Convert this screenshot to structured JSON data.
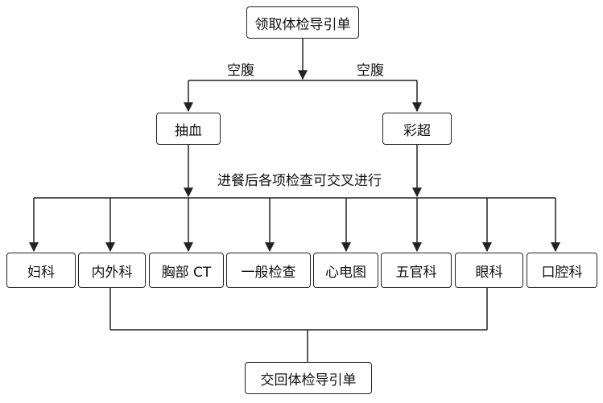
{
  "flowchart": {
    "start": "领取体检导引单",
    "branch_left_label": "空腹",
    "branch_right_label": "空腹",
    "step_left": "抽血",
    "step_right": "彩超",
    "note": "进餐后各项检查可交叉进行",
    "departments": [
      "妇科",
      "内外科",
      "胸部 CT",
      "一般检查",
      "心电图",
      "五官科",
      "眼科",
      "口腔科"
    ],
    "end": "交回体检导引单"
  }
}
